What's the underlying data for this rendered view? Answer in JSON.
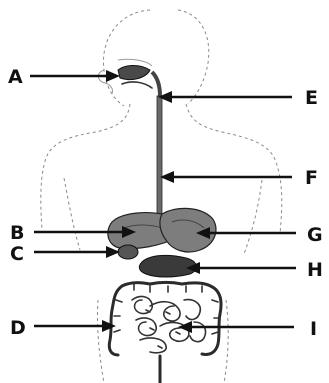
{
  "labels": {
    "A": "A",
    "B": "B",
    "C": "C",
    "D": "D",
    "E": "E",
    "F": "F",
    "G": "G",
    "H": "H",
    "I": "I"
  },
  "colors": {
    "ink": "#111111",
    "outline": "#8a8a8a",
    "organ": "#3a3a3a"
  }
}
